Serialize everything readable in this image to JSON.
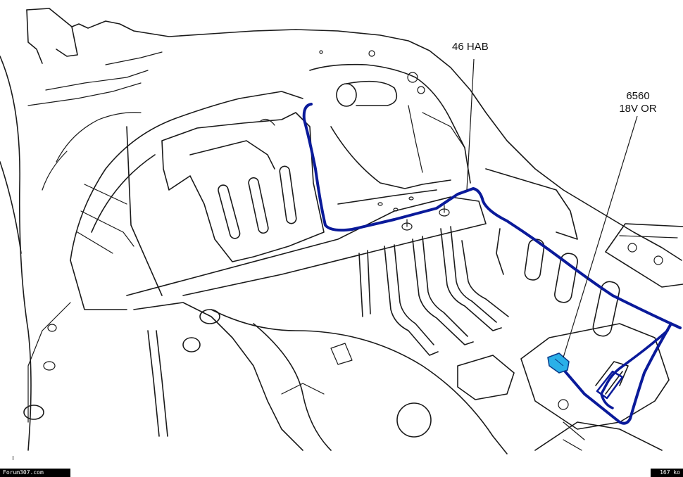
{
  "labels": {
    "connector_46hab": "46 HAB",
    "connector_6560_line1": "6560",
    "connector_6560_line2": "18V OR"
  },
  "footer": {
    "left_text": "Forum307.com",
    "right_text": "167 ko"
  },
  "colors": {
    "harness": "#0a1a9a",
    "connector": "#2ab0e8",
    "line_art": "#1a1a1a",
    "background": "#ffffff"
  }
}
